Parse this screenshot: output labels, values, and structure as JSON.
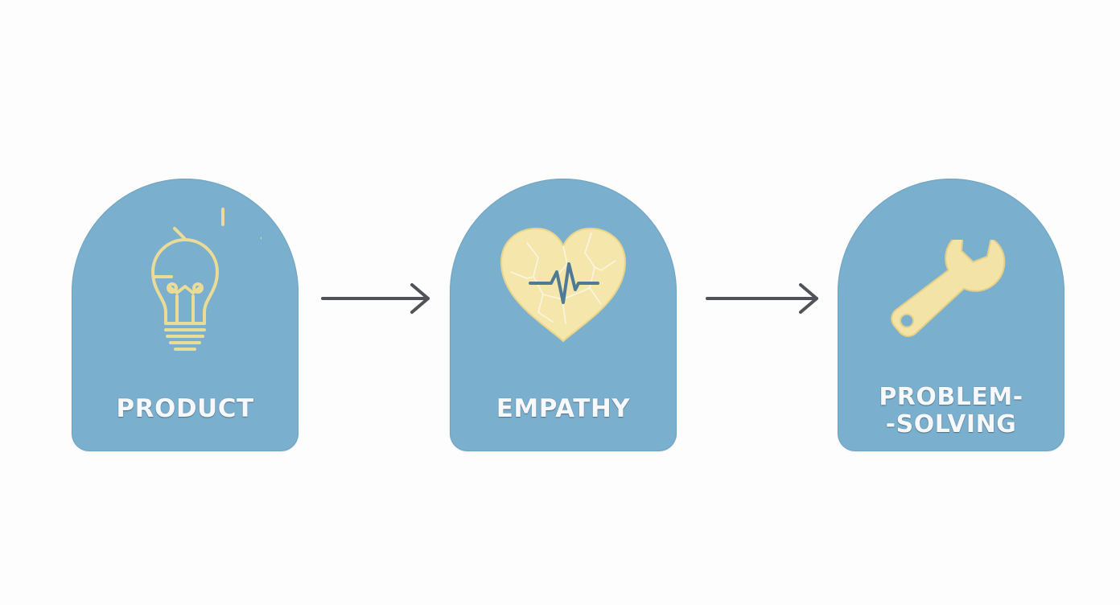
{
  "steps": [
    {
      "label": "PRODUCT",
      "icon": "lightbulb-icon"
    },
    {
      "label": "EMPATHY",
      "icon": "heartbeat-heart-icon"
    },
    {
      "label_line1": "PROBLEM-",
      "label_line2": "-SOLVING",
      "icon": "wrench-icon"
    }
  ],
  "colors": {
    "card": "#7aafce",
    "icon": "#f3e4a6",
    "icon_stroke": "#e6cf7a",
    "arrow": "#4f5257",
    "label": "#f6f8fa",
    "background": "#fdfdfd"
  }
}
